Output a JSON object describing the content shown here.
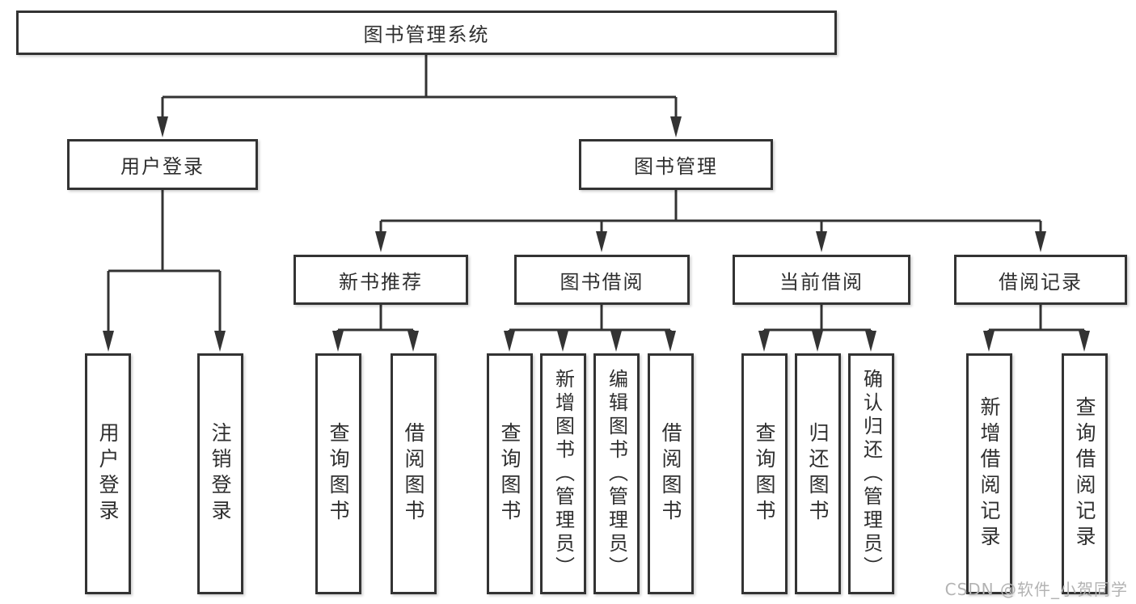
{
  "tree": {
    "root": {
      "label": "图书管理系统"
    },
    "branches": [
      {
        "label": "用户登录",
        "children": [
          {
            "label": "用户登录"
          },
          {
            "label": "注销登录"
          }
        ]
      },
      {
        "label": "图书管理",
        "sections": [
          {
            "label": "新书推荐",
            "children": [
              {
                "label": "查询图书"
              },
              {
                "label": "借阅图书"
              }
            ]
          },
          {
            "label": "图书借阅",
            "children": [
              {
                "label": "查询图书"
              },
              {
                "label": "新增图书（管理员）"
              },
              {
                "label": "编辑图书（管理员）"
              },
              {
                "label": "借阅图书"
              }
            ]
          },
          {
            "label": "当前借阅",
            "children": [
              {
                "label": "查询图书"
              },
              {
                "label": "归还图书"
              },
              {
                "label": "确认归还（管理员）"
              }
            ]
          },
          {
            "label": "借阅记录",
            "children": [
              {
                "label": "新增借阅记录"
              },
              {
                "label": "查询借阅记录"
              }
            ]
          }
        ]
      }
    ]
  },
  "watermark": {
    "text": "CSDN @软件_小贺同学"
  },
  "colors": {
    "node_border": "#333333",
    "connector_line": "#333333",
    "text": "#2f2f2f",
    "background": "#ffffff",
    "watermark": "#b3b3b3"
  }
}
